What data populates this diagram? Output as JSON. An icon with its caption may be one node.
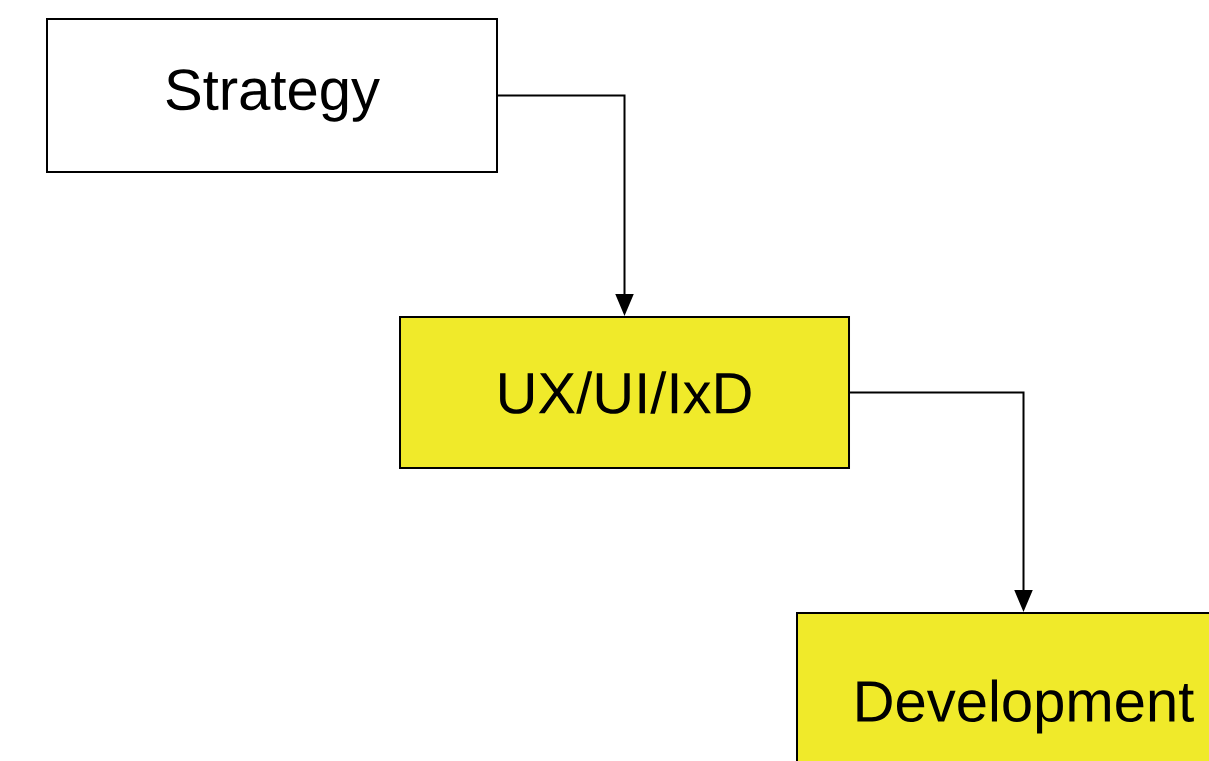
{
  "diagram": {
    "nodes": [
      {
        "text": [
          "Strategy"
        ]
      },
      {
        "text": [
          "UX/UI/IxD"
        ]
      },
      {
        "text": [
          "Development"
        ]
      }
    ],
    "edges": [
      {
        "from": 0,
        "to": 1,
        "arrow": "to"
      },
      {
        "from": 1,
        "to": 2,
        "arrow": "to"
      }
    ]
  }
}
